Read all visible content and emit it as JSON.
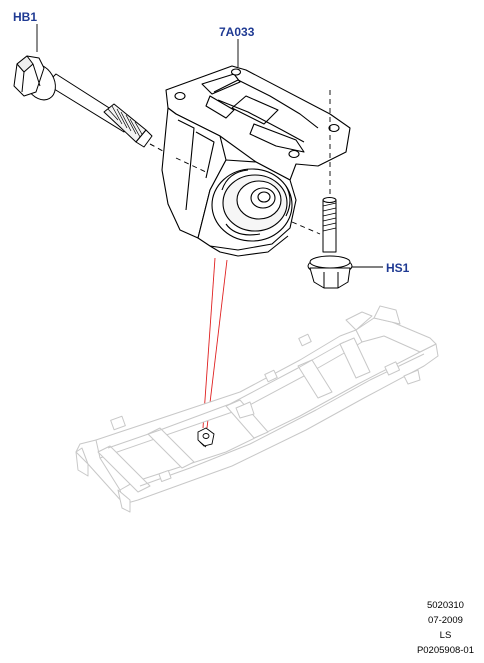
{
  "callouts": {
    "hb1": "HB1",
    "mount": "7A033",
    "hs1": "HS1"
  },
  "meta": {
    "ref": "5020310",
    "date": "07-2009",
    "code": "LS",
    "illustration": "P0205908-01"
  },
  "colors": {
    "callout_text": "#1f3a93",
    "leader_line": "#000000",
    "locator_line": "#e02020",
    "frame_line": "#c8c8c8"
  }
}
